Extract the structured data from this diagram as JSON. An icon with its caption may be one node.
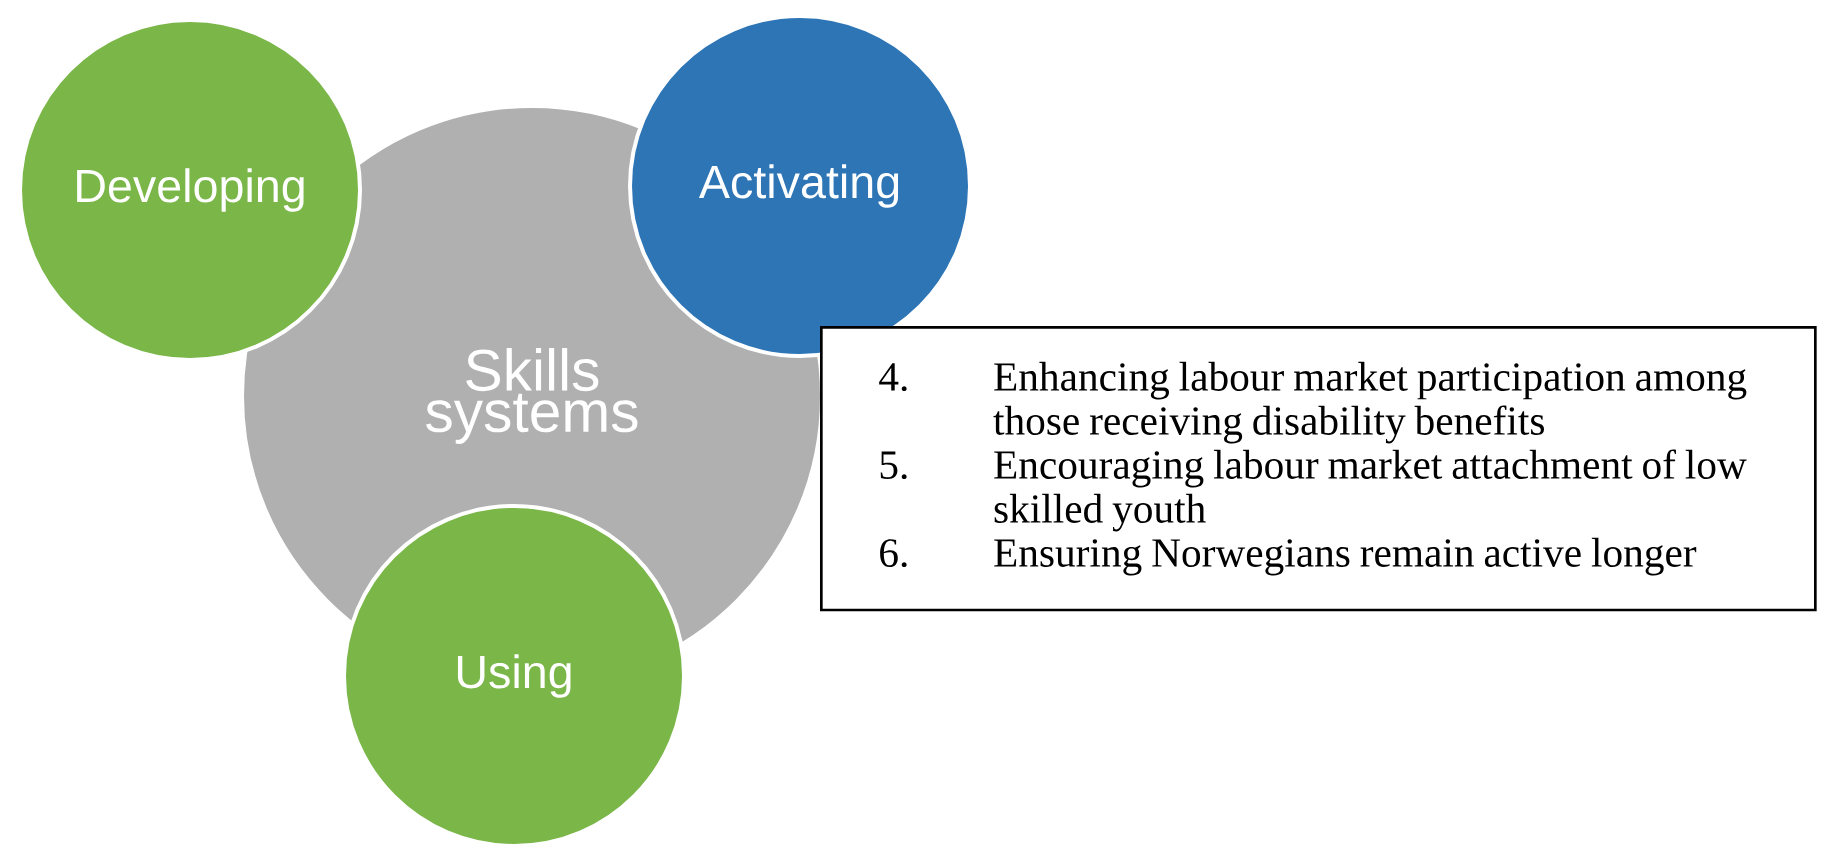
{
  "diagram": {
    "nodes": [
      {
        "text": [
          "Developing"
        ]
      },
      {
        "text": [
          "Activating"
        ]
      },
      {
        "text": [
          "Skills systems"
        ]
      },
      {
        "text": [
          "4.",
          "Enhancing labour market participation among those receiving disability benefits",
          "5.",
          "Encouraging labour market attachment of low skilled youth",
          "6.",
          "Ensuring Norwegians remain active longer"
        ]
      },
      {
        "text": [
          "Using"
        ]
      }
    ]
  }
}
